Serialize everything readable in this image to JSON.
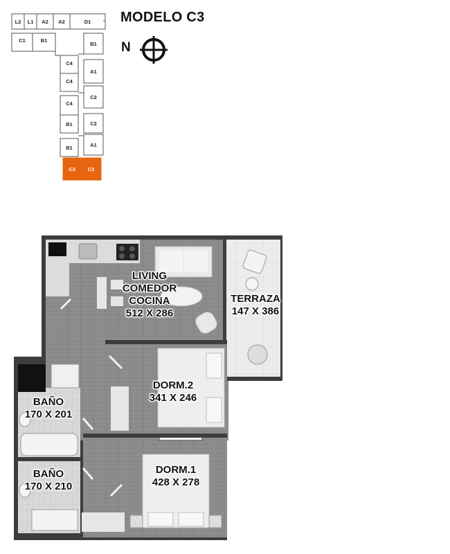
{
  "title": "MODELO C3",
  "north_label": "N",
  "site_units": [
    {
      "label": "L2",
      "highlight": false
    },
    {
      "label": "L1",
      "highlight": false
    },
    {
      "label": "A2",
      "highlight": false
    },
    {
      "label": "A2",
      "highlight": false
    },
    {
      "label": "D1",
      "highlight": false
    },
    {
      "label": "C1",
      "highlight": false
    },
    {
      "label": "B1",
      "highlight": false
    },
    {
      "label": "C4",
      "highlight": false
    },
    {
      "label": "C4",
      "highlight": false
    },
    {
      "label": "C4",
      "highlight": false
    },
    {
      "label": "B1",
      "highlight": false
    },
    {
      "label": "B1",
      "highlight": false
    },
    {
      "label": "B1",
      "highlight": false
    },
    {
      "label": "A1",
      "highlight": false
    },
    {
      "label": "C2",
      "highlight": false
    },
    {
      "label": "C2",
      "highlight": false
    },
    {
      "label": "A1",
      "highlight": false
    },
    {
      "label": "C3",
      "highlight": true
    },
    {
      "label": "C3",
      "highlight": true
    }
  ],
  "rooms": {
    "living": {
      "line1": "LIVING",
      "line2": "COMEDOR",
      "line3": "COCINA",
      "dims": "512 X 286"
    },
    "terraza": {
      "name": "TERRAZA",
      "dims": "147 X 386"
    },
    "dorm2": {
      "name": "DORM.2",
      "dims": "341 X 246"
    },
    "bano1": {
      "name": "BAÑO",
      "dims": "170 X 201"
    },
    "bano2": {
      "name": "BAÑO",
      "dims": "170 X 210"
    },
    "dorm1": {
      "name": "DORM.1",
      "dims": "428 X 278"
    }
  },
  "colors": {
    "highlight": "#e8650f",
    "wall": "#3a3a3a",
    "floor": "#8a8a8a",
    "terrace": "#e6e6e6"
  }
}
